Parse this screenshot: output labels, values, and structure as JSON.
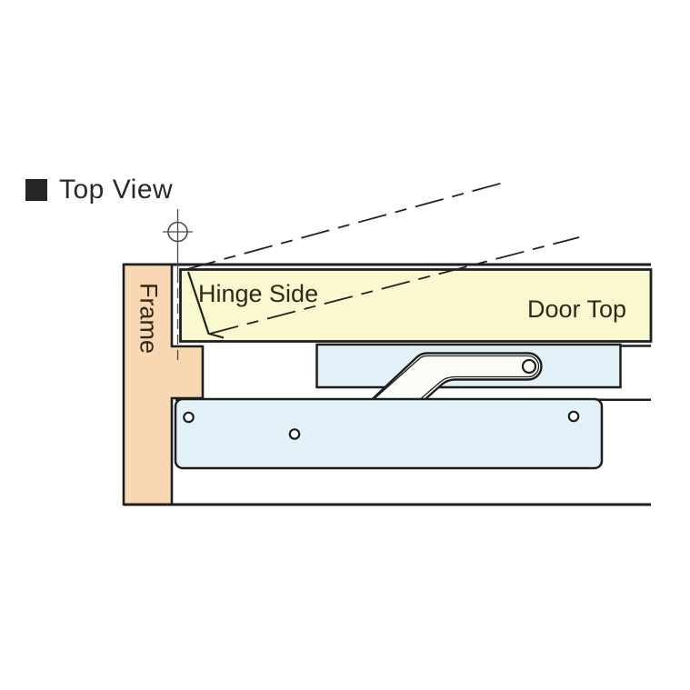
{
  "title": {
    "label": "Top View"
  },
  "diagram": {
    "labels": {
      "frame": "Frame",
      "hinge_side": "Hinge Side",
      "door_top": "Door Top"
    },
    "colors": {
      "frame_fill": "#F8D8B2",
      "door_fill": "#FAF8CE",
      "hardware_fill": "#E2F1F8",
      "arm_fill": "#FCFCF6",
      "outline": "#1E1E1E",
      "centerline": "#4A4A4A",
      "label_text": "#31281C",
      "title_text": "#2A2A2A"
    }
  }
}
